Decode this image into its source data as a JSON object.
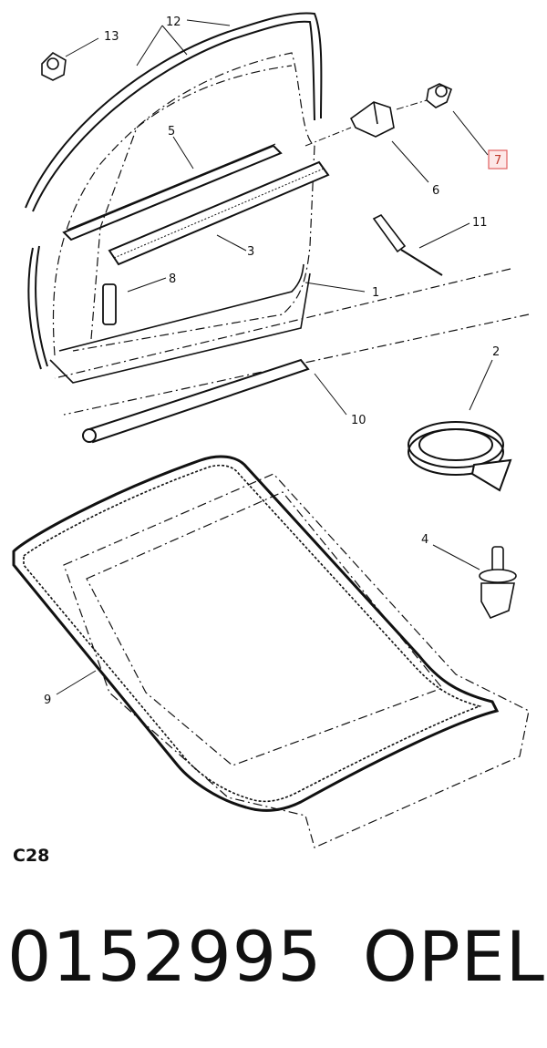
{
  "diagram": {
    "callouts": {
      "c1": "1",
      "c2": "2",
      "c3": "3",
      "c4": "4",
      "c5": "5",
      "c6": "6",
      "c7": "7",
      "c8": "8",
      "c9": "9",
      "c10": "10",
      "c11": "11",
      "c12": "12",
      "c13": "13"
    },
    "highlighted_callout": "7",
    "highlight_color": "#e06060"
  },
  "reference_code": "C28",
  "part_number": "0152995",
  "brand": "OPEL"
}
